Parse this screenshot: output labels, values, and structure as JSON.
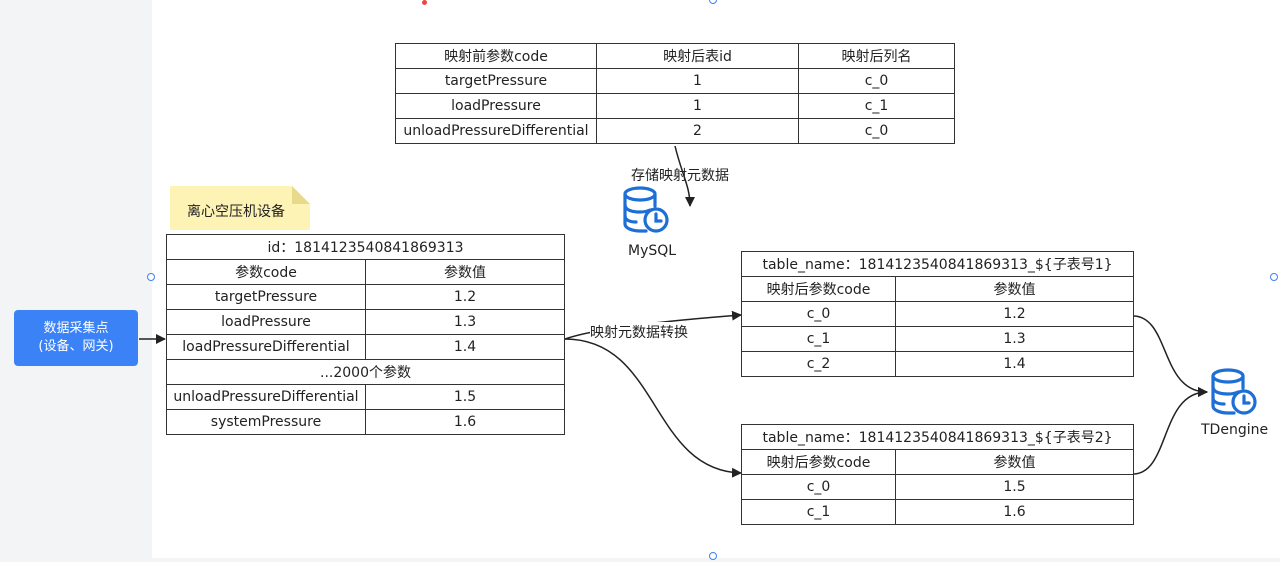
{
  "colors": {
    "accent": "#3b82f6",
    "line": "#333333",
    "note": "#fdf3b5",
    "selection": "#3b82f6"
  },
  "source_node": {
    "line1": "数据采集点",
    "line2": "(设备、网关)"
  },
  "device_note": "离心空压机设备",
  "device_table": {
    "id_row": "id：1814123540841869313",
    "headers": [
      "参数code",
      "参数值"
    ],
    "rows": [
      [
        "targetPressure",
        "1.2"
      ],
      [
        "loadPressure",
        "1.3"
      ],
      [
        "loadPressureDifferential",
        "1.4"
      ]
    ],
    "ellipsis_row": "...2000个参数",
    "rows_after": [
      [
        "unloadPressureDifferential",
        "1.5"
      ],
      [
        "systemPressure",
        "1.6"
      ]
    ]
  },
  "mapping_table": {
    "headers": [
      "映射前参数code",
      "映射后表id",
      "映射后列名"
    ],
    "rows": [
      [
        "targetPressure",
        "1",
        "c_0"
      ],
      [
        "loadPressure",
        "1",
        "c_1"
      ],
      [
        "unloadPressureDifferential",
        "2",
        "c_0"
      ]
    ]
  },
  "store_label": "存储映射元数据",
  "mysql_label": "MySQL",
  "convert_label": "映射元数据转换",
  "sub_table_1": {
    "title": "table_name：1814123540841869313_${子表号1}",
    "headers": [
      "映射后参数code",
      "参数值"
    ],
    "rows": [
      [
        "c_0",
        "1.2"
      ],
      [
        "c_1",
        "1.3"
      ],
      [
        "c_2",
        "1.4"
      ]
    ]
  },
  "sub_table_2": {
    "title": "table_name：1814123540841869313_${子表号2}",
    "headers": [
      "映射后参数code",
      "参数值"
    ],
    "rows": [
      [
        "c_0",
        "1.5"
      ],
      [
        "c_1",
        "1.6"
      ]
    ]
  },
  "tdengine_label": "TDengine",
  "icons": {
    "mysql": "database-clock-icon",
    "tdengine": "database-clock-icon"
  }
}
